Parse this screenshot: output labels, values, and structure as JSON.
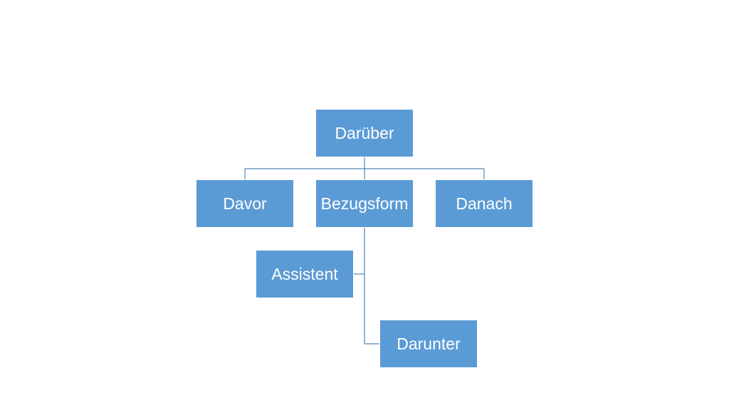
{
  "diagram": {
    "type": "org-chart",
    "colors": {
      "box_fill": "#5b9bd5",
      "box_text": "#ffffff",
      "connector": "#4f87bd",
      "background": "#ffffff"
    },
    "nodes": {
      "top": "Darüber",
      "left": "Davor",
      "center": "Bezugsform",
      "right": "Danach",
      "assistant": "Assistent",
      "below": "Darunter"
    },
    "relations": [
      {
        "from": "top",
        "to": "left"
      },
      {
        "from": "top",
        "to": "center"
      },
      {
        "from": "top",
        "to": "right"
      },
      {
        "from": "center",
        "to": "assistant"
      },
      {
        "from": "center",
        "to": "below"
      }
    ]
  }
}
